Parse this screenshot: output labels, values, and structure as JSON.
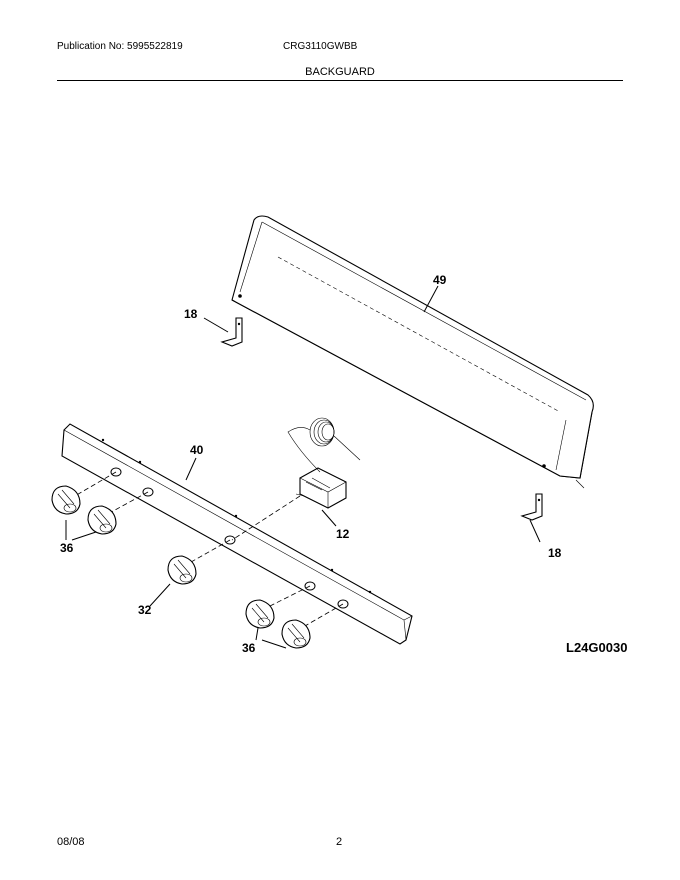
{
  "header": {
    "publication": "Publication No: 5995522819",
    "model": "CRG3110GWBB",
    "section_title": "BACKGUARD"
  },
  "diagram": {
    "figure_id": "L24G0030",
    "callouts": {
      "panel": "49",
      "bracket_left": "18",
      "bracket_right": "18",
      "manifold_panel": "40",
      "thermostat": "12",
      "knobs_left": "36",
      "knob_center": "32",
      "knobs_right": "36"
    }
  },
  "footer": {
    "date": "08/08",
    "page": "2"
  }
}
